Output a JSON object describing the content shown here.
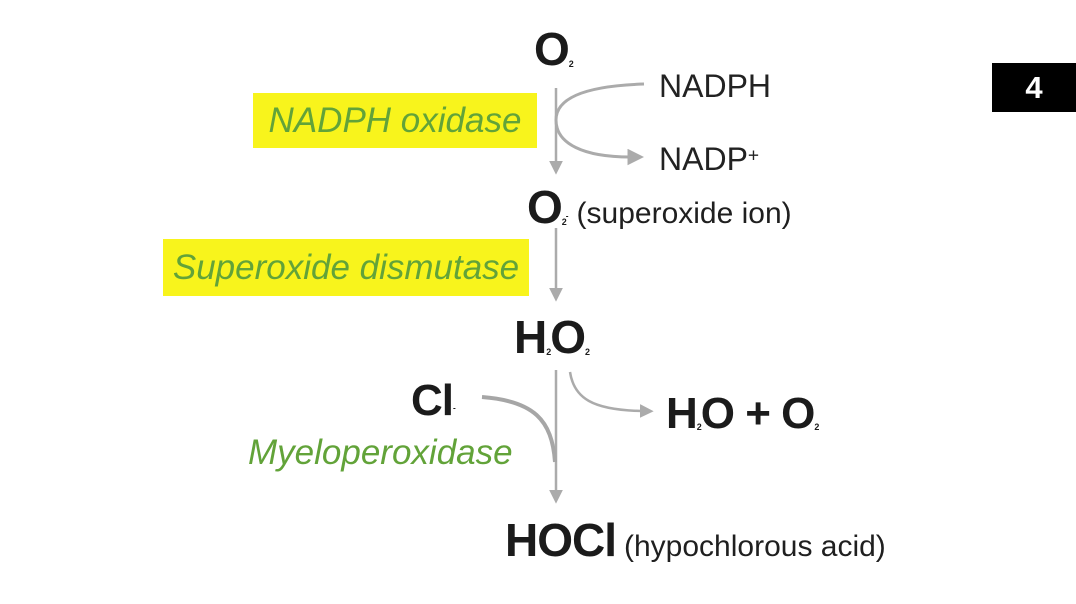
{
  "slide_number": "4",
  "colors": {
    "background": "#ffffff",
    "enzyme_green": "#62a339",
    "highlight_yellow": "#f8f41c",
    "arrow_gray": "#ababab",
    "text_black": "#1b1b1b",
    "badge_bg": "#000000",
    "badge_text": "#ffffff"
  },
  "diagram": {
    "nodes": {
      "o2": {
        "base": "O",
        "sub": "2"
      },
      "nadph": {
        "label": "NADPH"
      },
      "nadp": {
        "base": "NADP",
        "sup": "+"
      },
      "superoxide": {
        "base": "O",
        "sub": "2",
        "sup": "-",
        "note": "(superoxide ion)"
      },
      "h2o2": {
        "p1": "H",
        "s1": "2",
        "p2": "O",
        "s2": "2"
      },
      "cl": {
        "base": "Cl",
        "sup": "-"
      },
      "h2o_o2": {
        "p1": "H",
        "s1": "2",
        "p2": "O + O",
        "s2": "2"
      },
      "hocl": {
        "base": "HOCl",
        "note": "(hypochlorous acid)"
      }
    },
    "enzymes": {
      "nadph_oxidase": {
        "label": "NADPH oxidase",
        "highlighted": true
      },
      "superoxide_dismutase": {
        "label": "Superoxide dismutase",
        "highlighted": true
      },
      "myeloperoxidase": {
        "label": "Myeloperoxidase",
        "highlighted": false
      }
    }
  }
}
